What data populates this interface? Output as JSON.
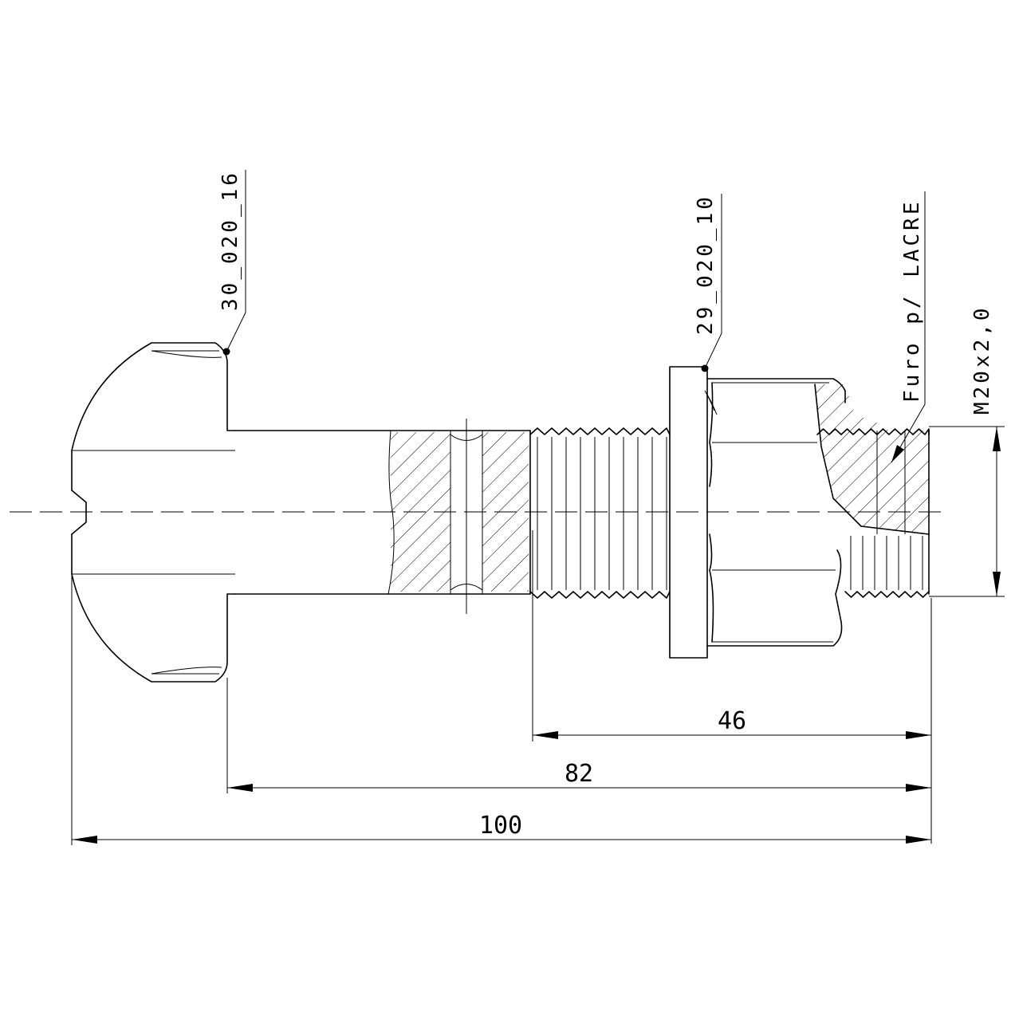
{
  "callouts": {
    "part_head": "30_020_16",
    "part_nut": "29_020_10",
    "seal_hole": "Furo p/ LACRE",
    "thread_spec": "M20x2,0"
  },
  "dimensions": {
    "overall": "100",
    "under_head": "82",
    "thread": "46"
  }
}
